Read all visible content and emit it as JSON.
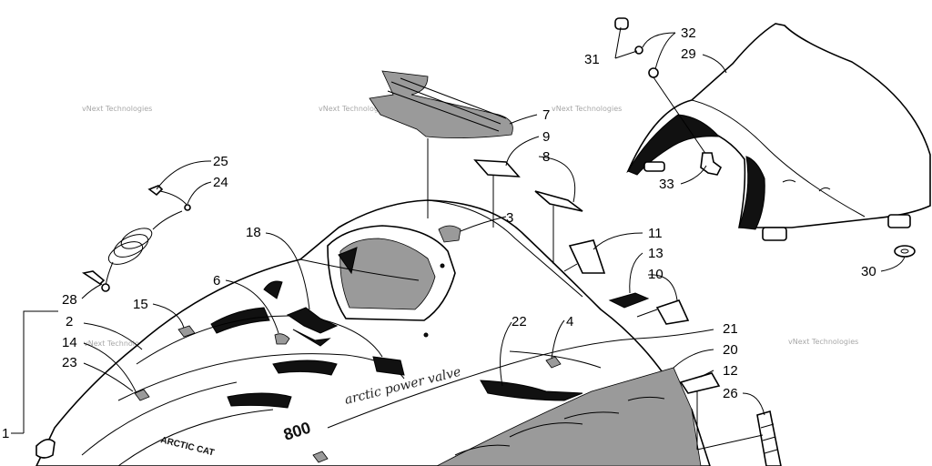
{
  "watermark": "vNext Technologies",
  "callouts": [
    {
      "id": "1",
      "label": "1"
    },
    {
      "id": "2",
      "label": "2"
    },
    {
      "id": "3",
      "label": "3"
    },
    {
      "id": "4",
      "label": "4"
    },
    {
      "id": "6",
      "label": "6"
    },
    {
      "id": "7",
      "label": "7"
    },
    {
      "id": "8",
      "label": "8"
    },
    {
      "id": "9",
      "label": "9"
    },
    {
      "id": "10",
      "label": "10"
    },
    {
      "id": "11",
      "label": "11"
    },
    {
      "id": "12",
      "label": "12"
    },
    {
      "id": "13",
      "label": "13"
    },
    {
      "id": "14",
      "label": "14"
    },
    {
      "id": "15",
      "label": "15"
    },
    {
      "id": "18",
      "label": "18"
    },
    {
      "id": "20",
      "label": "20"
    },
    {
      "id": "21",
      "label": "21"
    },
    {
      "id": "22",
      "label": "22"
    },
    {
      "id": "23",
      "label": "23"
    },
    {
      "id": "24",
      "label": "24"
    },
    {
      "id": "25",
      "label": "25"
    },
    {
      "id": "26",
      "label": "26"
    },
    {
      "id": "28",
      "label": "28"
    },
    {
      "id": "29",
      "label": "29"
    },
    {
      "id": "30",
      "label": "30"
    },
    {
      "id": "31",
      "label": "31"
    },
    {
      "id": "32",
      "label": "32"
    },
    {
      "id": "33",
      "label": "33"
    }
  ],
  "decals": {
    "brand": "ARCTIC CAT",
    "model_script": "arctic power valve",
    "engine_number": "800"
  },
  "colors": {
    "ink": "#000000",
    "watermark": "#8a8a8a",
    "background": "#ffffff"
  }
}
